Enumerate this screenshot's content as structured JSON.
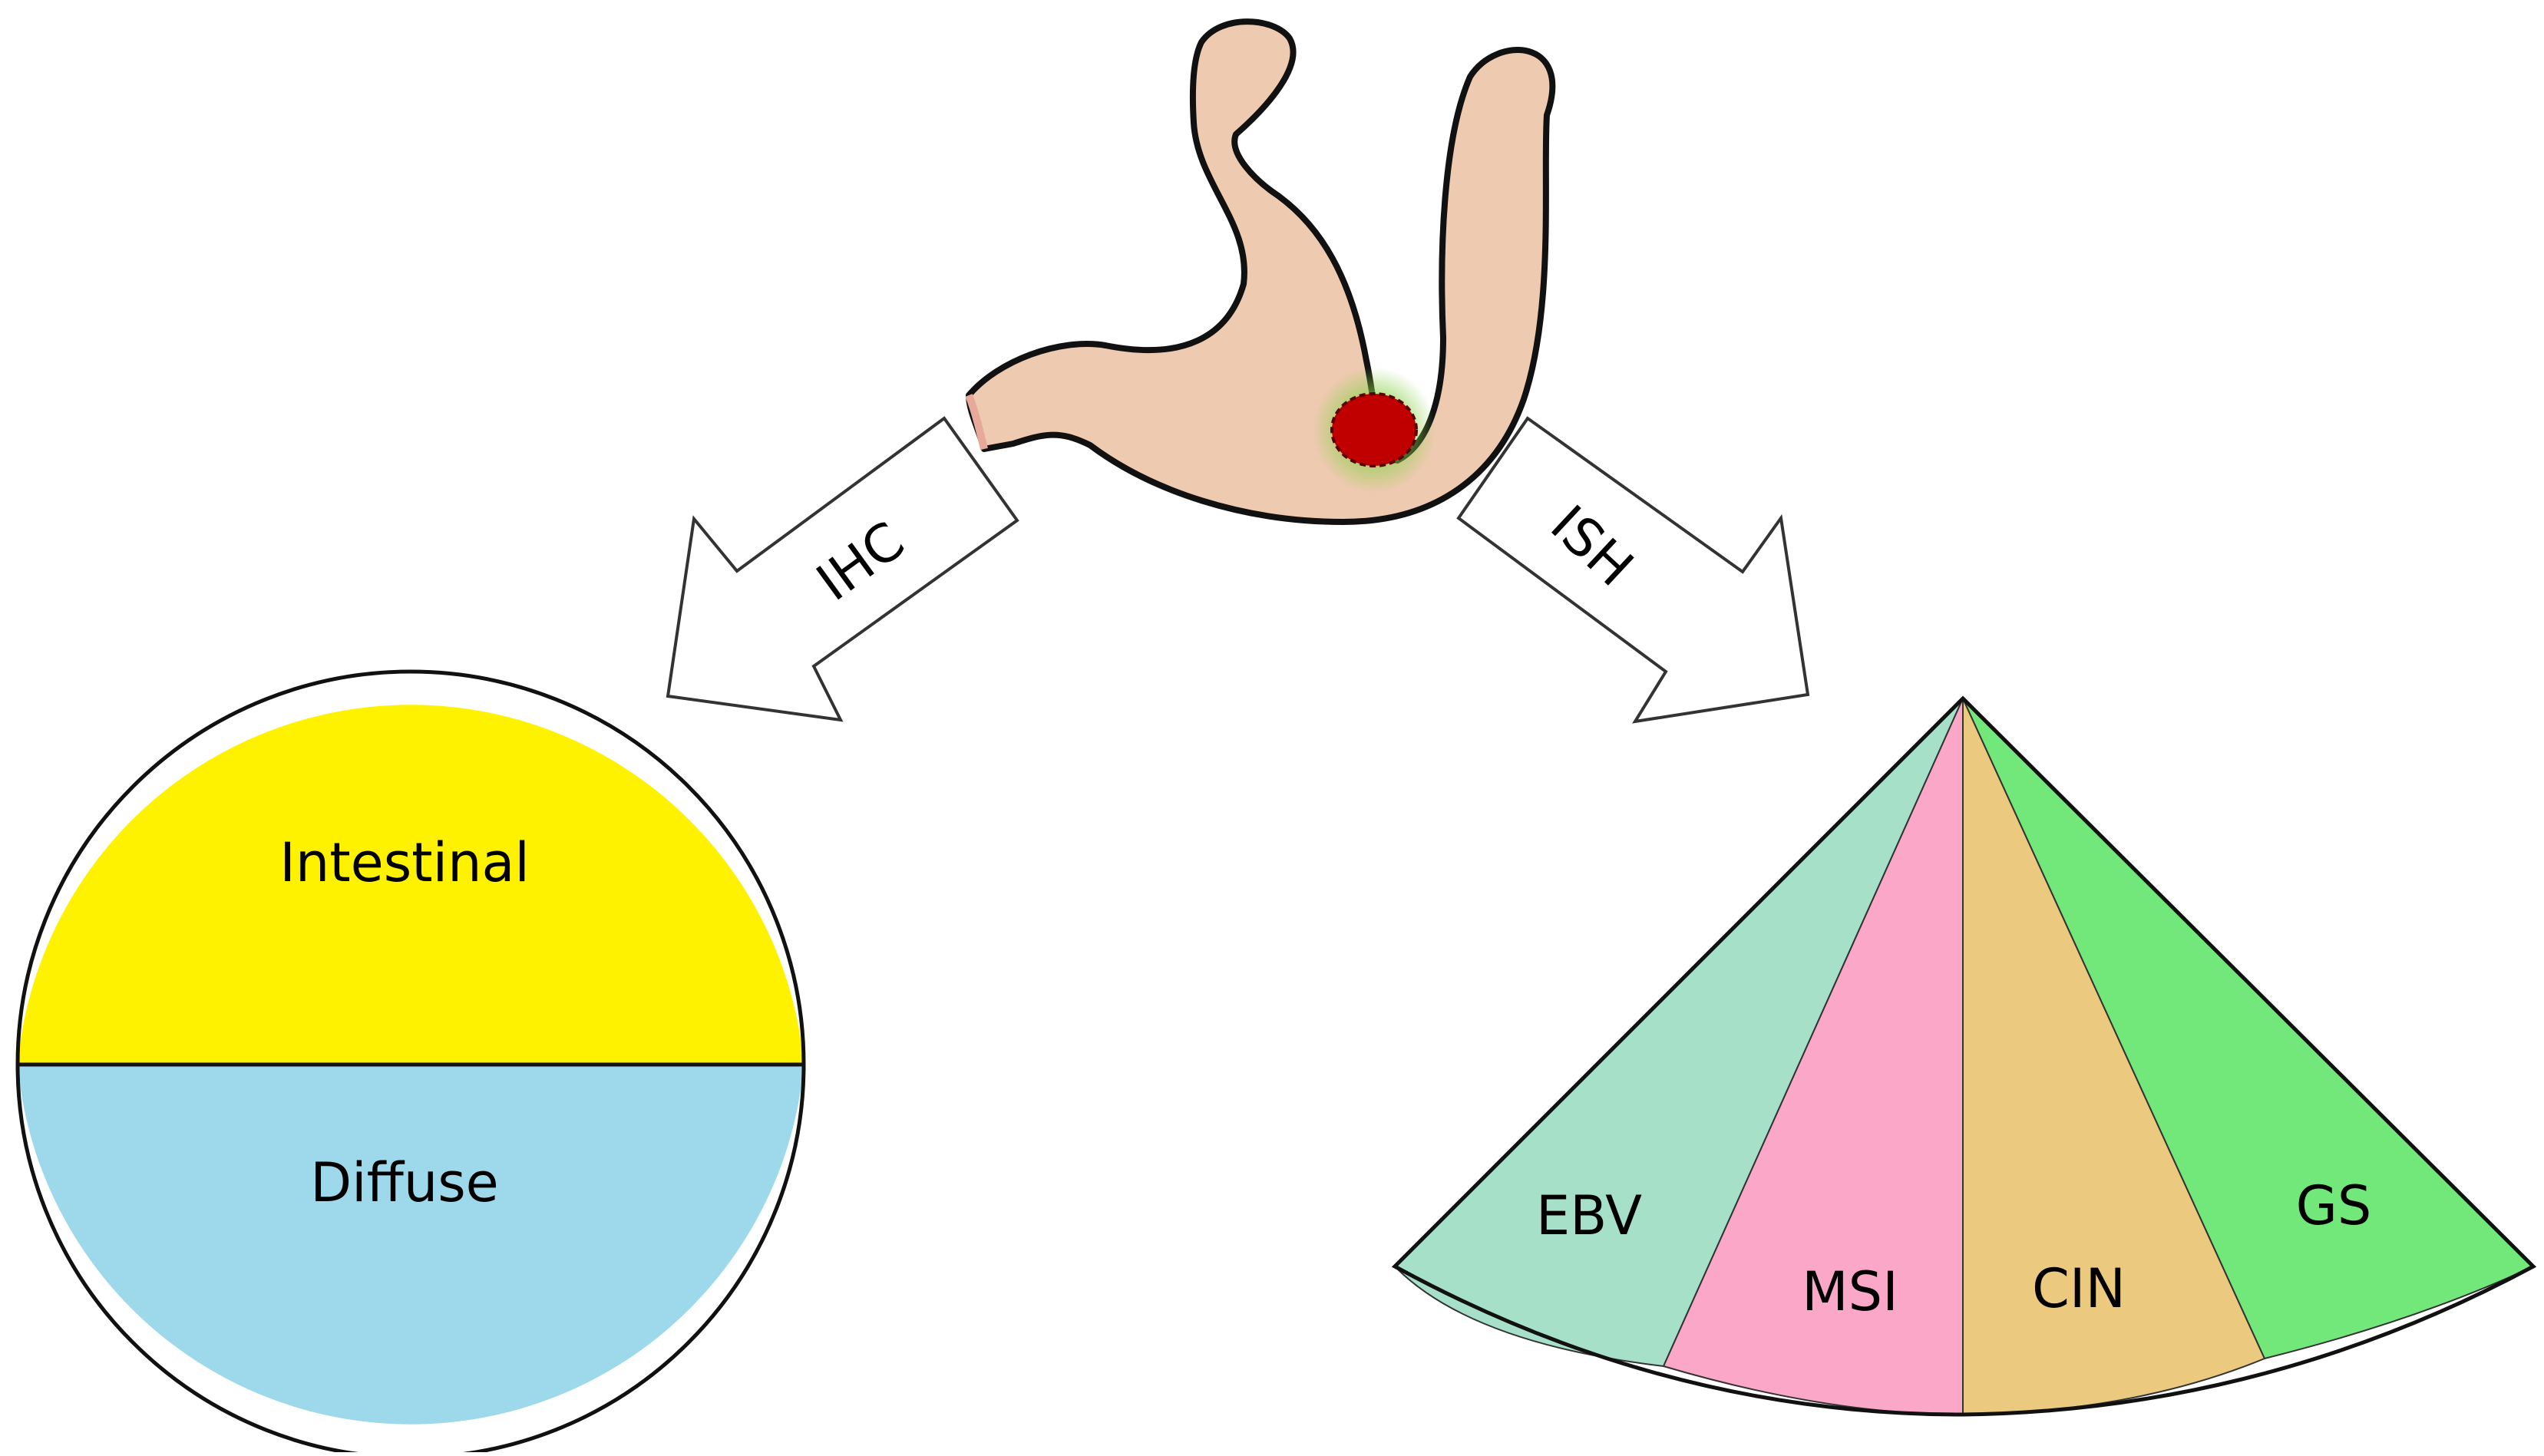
{
  "diagram": {
    "arrows": {
      "left_label": "IHC",
      "right_label": "ISH"
    },
    "lauren_circle": {
      "top_label": "Intestinal",
      "bottom_label": "Diffuse",
      "top_color": "#FFF200",
      "bottom_color": "#9DD9EA"
    },
    "tcga_fan": {
      "segments": [
        {
          "label": "EBV",
          "color": "#A6E0C9"
        },
        {
          "label": "MSI",
          "color": "#FBA8C8"
        },
        {
          "label": "CIN",
          "color": "#EBC97E"
        },
        {
          "label": "GS",
          "color": "#72E87A"
        }
      ]
    },
    "stomach": {
      "body_color": "#EECAB0",
      "tumor_color": "#C00000",
      "tumor_glow_color": "#8BD14A"
    }
  }
}
